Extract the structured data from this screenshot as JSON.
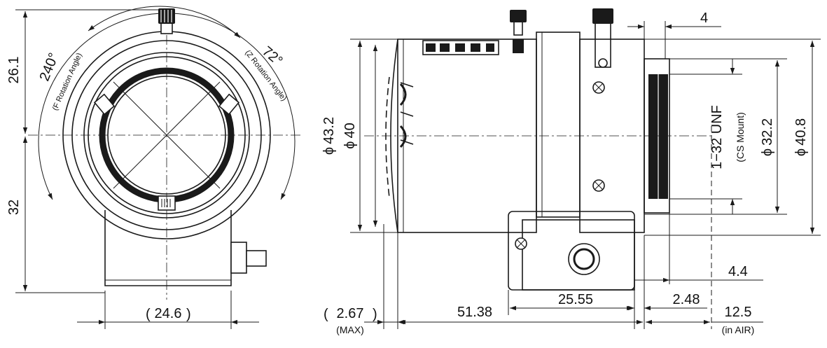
{
  "front_view": {
    "dim_height_upper": "26.1",
    "dim_height_lower": "32",
    "dim_width_base": "24.6",
    "angle_f": "240°",
    "angle_f_label": "(F Rotation Angle)",
    "angle_z": "72°",
    "angle_z_label": "(Z Rotation Angle)"
  },
  "side_view": {
    "dim_dia_outer": "43.2",
    "dim_dia_inner": "40",
    "dim_top_offset": "4",
    "dim_thread": "1−32  UNF",
    "dim_mount": "(CS Mount)",
    "dim_dia_mount": "32.2",
    "dim_dia_flange": "40.8",
    "dim_back_focus_offset": "4.4",
    "dim_front": "2.67",
    "dim_front_note": "(MAX)",
    "dim_body_length": "51.38",
    "dim_box_length": "25.55",
    "dim_flange_length": "2.48",
    "dim_flange_back": "12.5",
    "dim_flange_back_note": "(in AIR)",
    "diameter_symbol": "ϕ"
  }
}
